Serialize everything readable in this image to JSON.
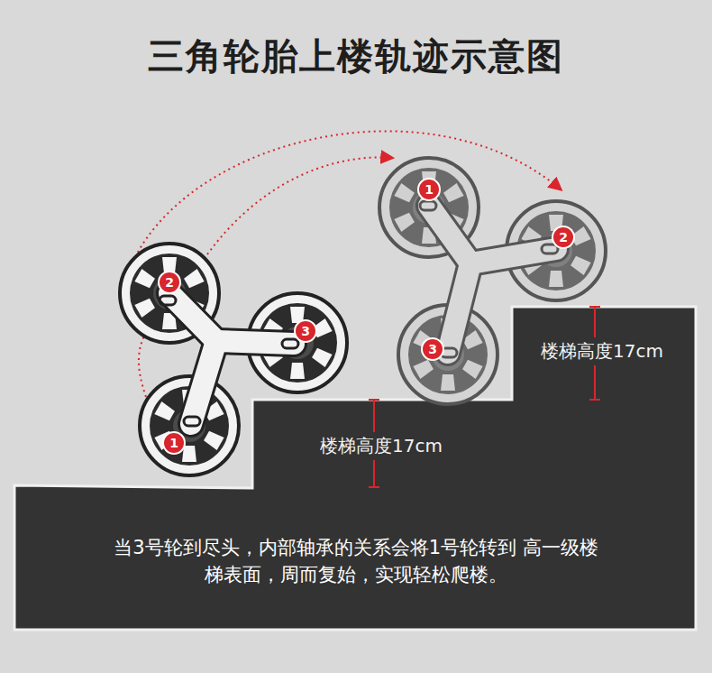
{
  "diagram": {
    "title": "三角轮胎上楼轨迹示意图",
    "caption": "当3号轮到尽头，内部轴承的关系会将1号轮转到 高一级楼梯表面，周而复始，实现轻松爬楼。",
    "labels": [
      "1",
      "2",
      "2",
      "3",
      "3",
      "1",
      "楼梯高度17cm",
      "楼梯高度17cm"
    ]
  }
}
